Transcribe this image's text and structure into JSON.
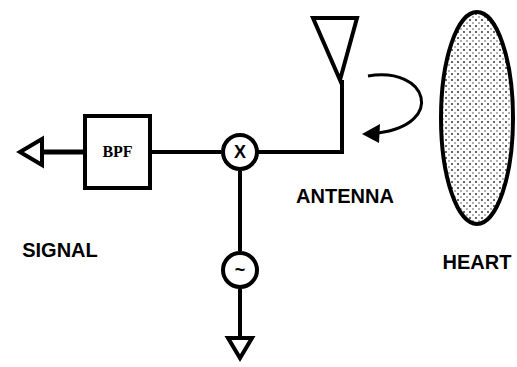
{
  "diagram": {
    "nodes": [
      {
        "text": [
          "BPF"
        ]
      },
      {
        "text": [
          "X"
        ]
      },
      {
        "text": [
          "~"
        ]
      }
    ],
    "edges": [
      {
        "from": 0,
        "to": 1,
        "arrow": "none"
      },
      {
        "from": 1,
        "to": 2,
        "arrow": "none"
      }
    ],
    "labels": [
      "SIGNAL",
      "ANTENNA",
      "HEART"
    ]
  }
}
